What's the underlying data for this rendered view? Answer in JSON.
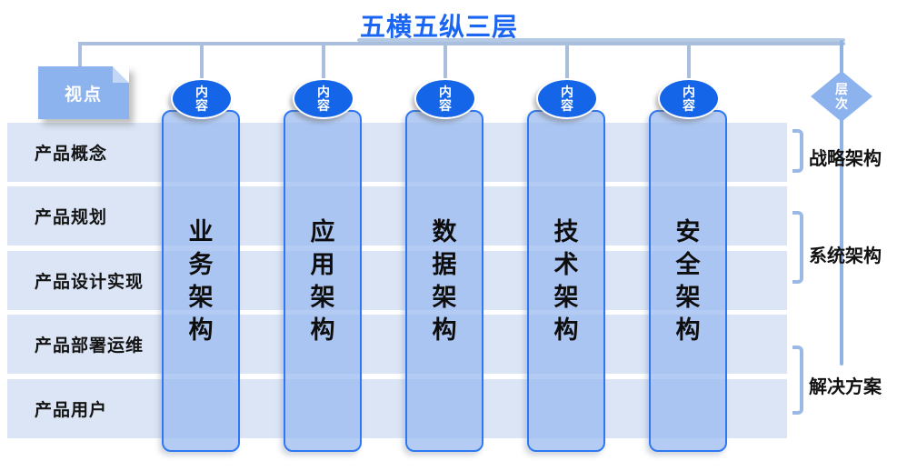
{
  "title": "五横五纵三层",
  "colors": {
    "title_blue": "#1a66f2",
    "badge_fill": "#1565e8",
    "panel_blue": "#8db3ee",
    "row_fill": "#dbe5f6",
    "column_fill": "#97b8f0",
    "column_border": "#2e78f2",
    "connector": "#a9bfdd",
    "bracket": "#9cb9e6"
  },
  "viewpoint": {
    "label": "视点"
  },
  "hierarchy": {
    "label": "层次"
  },
  "rows": [
    {
      "label": "产品概念"
    },
    {
      "label": "产品规划"
    },
    {
      "label": "产品设计实现"
    },
    {
      "label": "产品部署运维"
    },
    {
      "label": "产品用户"
    }
  ],
  "columns": [
    {
      "badge": "内容",
      "title": "业务架构"
    },
    {
      "badge": "内容",
      "title": "应用架构"
    },
    {
      "badge": "内容",
      "title": "数据架构"
    },
    {
      "badge": "内容",
      "title": "技术架构"
    },
    {
      "badge": "内容",
      "title": "安全架构"
    }
  ],
  "layers": [
    {
      "label": "战略架构"
    },
    {
      "label": "系统架构"
    },
    {
      "label": "解决方案"
    }
  ]
}
